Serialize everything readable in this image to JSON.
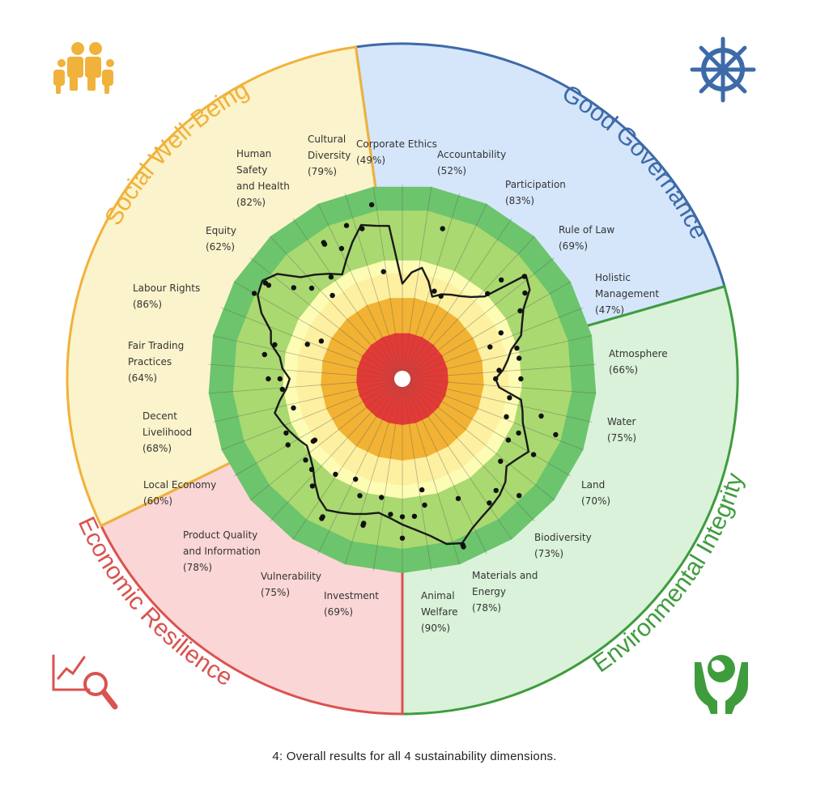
{
  "caption": "4: Overall results for all 4 sustainability dimensions.",
  "colors": {
    "social": "#f0b23a",
    "governance": "#3d6aa8",
    "environment": "#3f9c3d",
    "economic": "#d9534f",
    "social_bg": "#fbf3cc",
    "governance_bg": "#d5e6fb",
    "environment_bg": "#d9f2d9",
    "economic_bg": "#fbd6d6",
    "band_red": "#e53935",
    "band_orange": "#f2b233",
    "band_lightyellow": "#fdf0a0",
    "band_yellow": "#fcfcb4",
    "band_lightgreen": "#a9d970",
    "band_green": "#6cc46c"
  },
  "icons": {
    "social": "family-icon",
    "governance": "ships-wheel-icon",
    "environment": "hands-holding-globe-icon",
    "economic": "chart-magnifier-icon"
  },
  "chart_data": {
    "type": "radar",
    "range": [
      0,
      100
    ],
    "dimensions": [
      {
        "name": "Good Governance",
        "themes": [
          {
            "name": "Corporate Ethics",
            "score": "(49%)"
          },
          {
            "name": "Accountability",
            "score": "(52%)"
          },
          {
            "name": "Participation",
            "score": "(83%)"
          },
          {
            "name": "Rule of Law",
            "score": "(69%)"
          },
          {
            "name": "Holistic Management",
            "score": "(47%)"
          }
        ]
      },
      {
        "name": "Environmental Integrity",
        "themes": [
          {
            "name": "Atmosphere",
            "score": "(66%)"
          },
          {
            "name": "Water",
            "score": "(75%)"
          },
          {
            "name": "Land",
            "score": "(70%)"
          },
          {
            "name": "Biodiversity",
            "score": "(73%)"
          },
          {
            "name": "Materials and Energy",
            "score": "(78%)"
          },
          {
            "name": "Animal Welfare",
            "score": "(90%)"
          }
        ]
      },
      {
        "name": "Economic Resilience",
        "themes": [
          {
            "name": "Investment",
            "score": "(69%)"
          },
          {
            "name": "Vulnerability",
            "score": "(75%)"
          },
          {
            "name": "Product Quality and Information",
            "score": "(78%)"
          },
          {
            "name": "Local Economy",
            "score": "(60%)"
          }
        ]
      },
      {
        "name": "Social Well-Being",
        "themes": [
          {
            "name": "Decent Livelihood",
            "score": "(68%)"
          },
          {
            "name": "Fair Trading Practices",
            "score": "(64%)"
          },
          {
            "name": "Labour Rights",
            "score": "(86%)"
          },
          {
            "name": "Equity",
            "score": "(62%)"
          },
          {
            "name": "Human Safety and Health",
            "score": "(82%)"
          },
          {
            "name": "Cultural Diversity",
            "score": "(79%)"
          }
        ]
      }
    ],
    "indicator_line": [
      49,
      55,
      58,
      52,
      45,
      48,
      50,
      52,
      55,
      60,
      83,
      80,
      72,
      68,
      65,
      58,
      55,
      52,
      48,
      50,
      62,
      64,
      66,
      70,
      75,
      72,
      70,
      75,
      78,
      80,
      82,
      85,
      90,
      88,
      82,
      78,
      75,
      72,
      70,
      72,
      74,
      76,
      78,
      75,
      70,
      65,
      62,
      60,
      62,
      64,
      66,
      68,
      64,
      60,
      58,
      62,
      64,
      70,
      72,
      80,
      86,
      88,
      84,
      74,
      70,
      66,
      62,
      68,
      75,
      82,
      80,
      79
    ],
    "indicator_dots": [
      [
        3,
        80
      ],
      [
        4,
        48
      ],
      [
        5,
        47
      ],
      [
        9,
        72
      ],
      [
        9,
        62
      ],
      [
        10,
        82
      ],
      [
        11,
        77
      ],
      [
        12,
        70
      ],
      [
        13,
        56
      ],
      [
        14,
        48
      ],
      [
        15,
        61
      ],
      [
        16,
        61
      ],
      [
        17,
        50
      ],
      [
        18,
        61
      ],
      [
        18,
        48
      ],
      [
        20,
        56
      ],
      [
        21,
        74
      ],
      [
        22,
        84
      ],
      [
        22,
        57
      ],
      [
        23,
        66
      ],
      [
        24,
        78
      ],
      [
        24,
        63
      ],
      [
        26,
        66
      ],
      [
        27,
        85
      ],
      [
        28,
        75
      ],
      [
        29,
        78
      ],
      [
        31,
        68
      ],
      [
        32,
        92
      ],
      [
        32,
        91
      ],
      [
        34,
        66
      ],
      [
        34,
        58
      ],
      [
        35,
        71
      ],
      [
        36,
        71
      ],
      [
        36,
        82
      ],
      [
        37,
        70
      ],
      [
        38,
        62
      ],
      [
        39,
        78
      ],
      [
        39,
        77
      ],
      [
        40,
        64
      ],
      [
        41,
        57
      ],
      [
        42,
        83
      ],
      [
        42,
        82
      ],
      [
        43,
        60
      ],
      [
        44,
        72
      ],
      [
        45,
        66
      ],
      [
        46,
        65
      ],
      [
        47,
        55
      ],
      [
        47,
        56
      ],
      [
        48,
        68
      ],
      [
        49,
        66
      ],
      [
        51,
        58
      ],
      [
        53,
        62
      ],
      [
        54,
        63
      ],
      [
        54,
        69
      ],
      [
        56,
        72
      ],
      [
        57,
        68
      ],
      [
        58,
        52
      ],
      [
        59,
        46
      ],
      [
        60,
        88
      ],
      [
        61,
        86
      ],
      [
        61,
        84
      ],
      [
        62,
        73
      ],
      [
        63,
        66
      ],
      [
        64,
        56
      ],
      [
        65,
        64
      ],
      [
        66,
        81
      ],
      [
        66,
        80
      ],
      [
        67,
        74
      ],
      [
        68,
        84
      ],
      [
        69,
        80
      ],
      [
        70,
        91
      ],
      [
        70,
        56
      ]
    ]
  }
}
